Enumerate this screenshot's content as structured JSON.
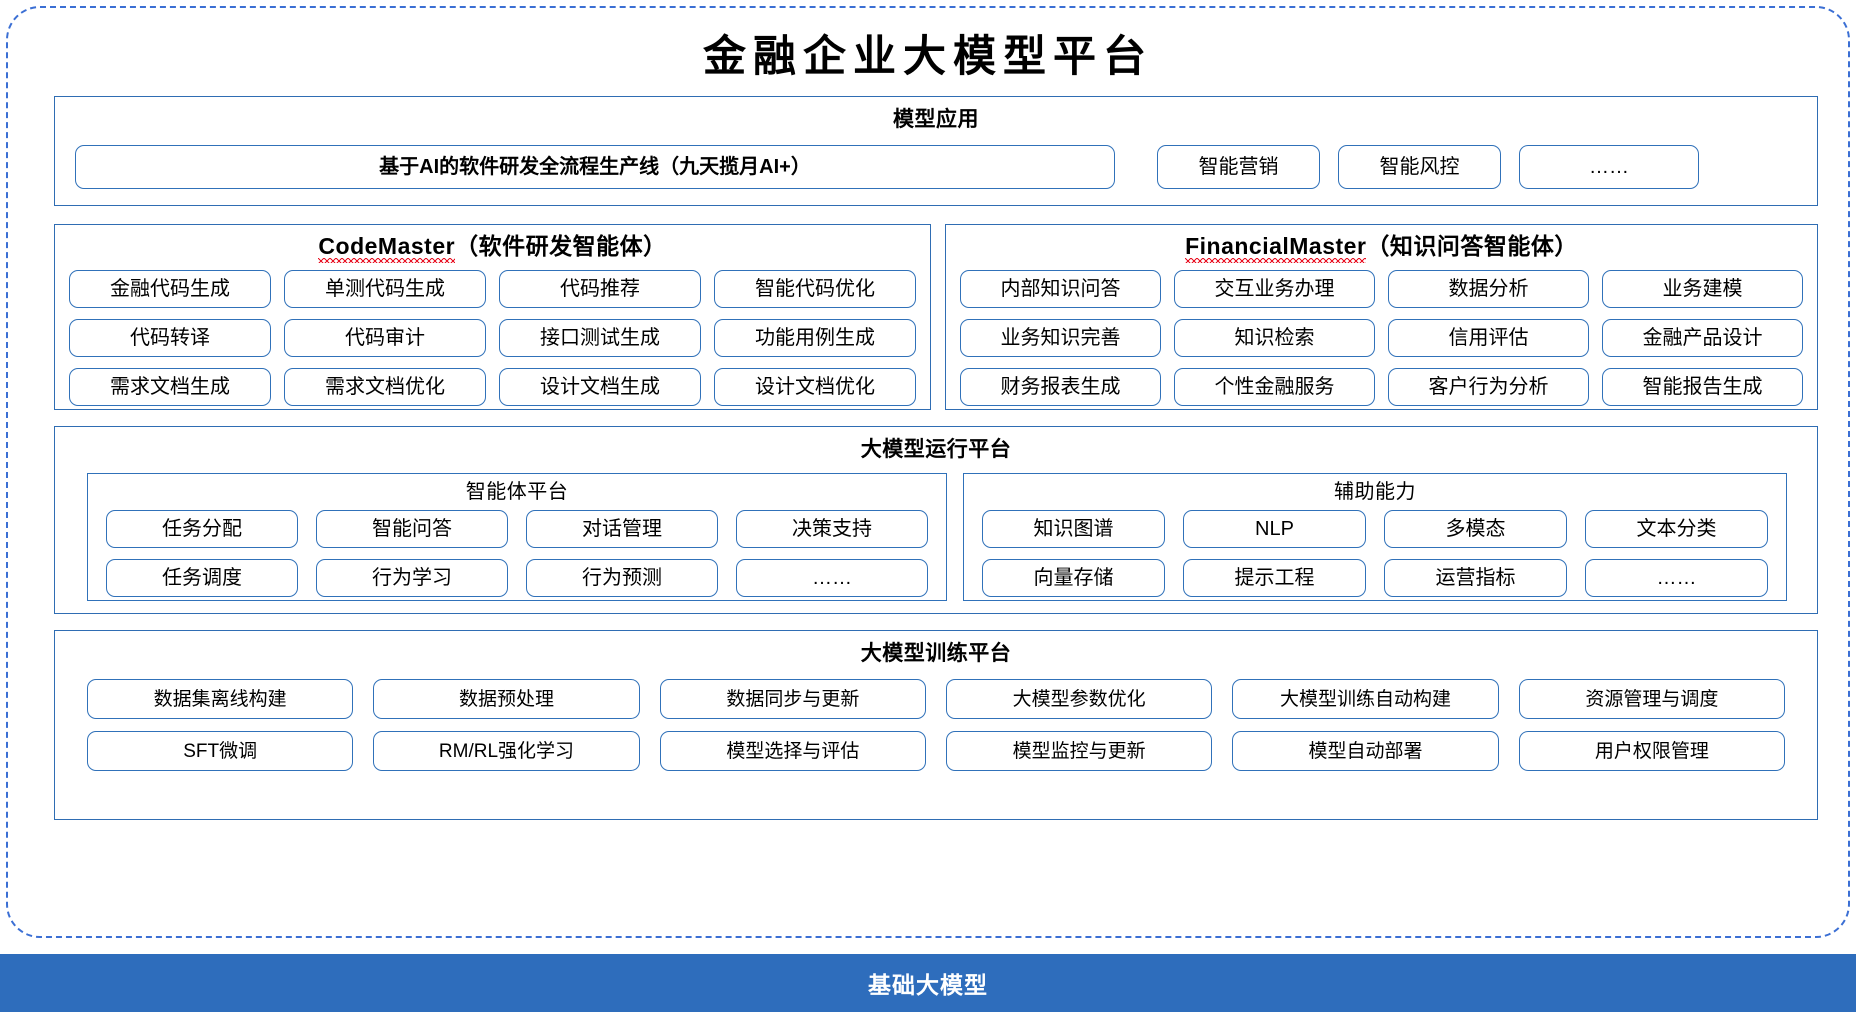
{
  "title": "金融企业大模型平台",
  "colors": {
    "frame_border": "#3b6fd4",
    "panel_border": "#2f6db3",
    "chip_border": "#3071b9",
    "footer_bg": "#2e6dbc",
    "spellcheck_underline": "#e81123"
  },
  "sections": {
    "applications": {
      "title": "模型应用",
      "chips": [
        "基于AI的软件研发全流程生产线（九天揽月AI+）",
        "智能营销",
        "智能风控",
        "……"
      ]
    },
    "code_master": {
      "title_en": "CodeMaster",
      "title_cn": "（软件研发智能体）",
      "chips": [
        "金融代码生成",
        "单测代码生成",
        "代码推荐",
        "智能代码优化",
        "代码转译",
        "代码审计",
        "接口测试生成",
        "功能用例生成",
        "需求文档生成",
        "需求文档优化",
        "设计文档生成",
        "设计文档优化"
      ]
    },
    "financial_master": {
      "title_en": "FinancialMaster",
      "title_cn": "（知识问答智能体）",
      "chips": [
        "内部知识问答",
        "交互业务办理",
        "数据分析",
        "业务建模",
        "业务知识完善",
        "知识检索",
        "信用评估",
        "金融产品设计",
        "财务报表生成",
        "个性金融服务",
        "客户行为分析",
        "智能报告生成"
      ]
    },
    "runtime": {
      "title": "大模型运行平台",
      "agent_platform": {
        "title": "智能体平台",
        "chips": [
          "任务分配",
          "智能问答",
          "对话管理",
          "决策支持",
          "任务调度",
          "行为学习",
          "行为预测",
          "……"
        ]
      },
      "auxiliary": {
        "title": "辅助能力",
        "chips": [
          "知识图谱",
          "NLP",
          "多模态",
          "文本分类",
          "向量存储",
          "提示工程",
          "运营指标",
          "……"
        ]
      }
    },
    "training": {
      "title": "大模型训练平台",
      "chips": [
        "数据集离线构建",
        "数据预处理",
        "数据同步与更新",
        "大模型参数优化",
        "大模型训练自动构建",
        "资源管理与调度",
        "SFT微调",
        "RM/RL强化学习",
        "模型选择与评估",
        "模型监控与更新",
        "模型自动部署",
        "用户权限管理"
      ]
    },
    "foundation": {
      "title": "基础大模型"
    }
  }
}
